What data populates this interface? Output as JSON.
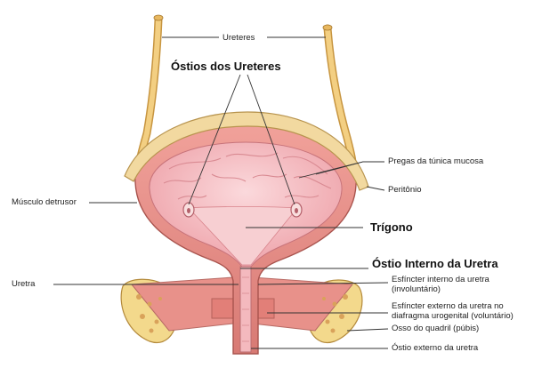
{
  "diagram": {
    "labels": {
      "ureteres": "Ureteres",
      "ostios_ureteres": "Óstios dos Ureteres",
      "pregas": "Pregas da túnica mucosa",
      "peritonio": "Peritônio",
      "musculo": "Músculo detrusor",
      "trigono": "Trígono",
      "ostio_interno": "Óstio Interno da Uretra",
      "uretra": "Uretra",
      "esf_int_1": "Esfíncter interno da uretra",
      "esf_int_2": "(involuntário)",
      "esf_ext_1": "Esfíncter externo da uretra no",
      "esf_ext_2": "diafragma urogenital (voluntário)",
      "osso": "Osso do quadril (púbis)",
      "ostio_externo": "Óstio externo da uretra"
    },
    "colors": {
      "ureter": "#f0c878",
      "muscle": "#e88f88",
      "mucosa": "#f4bcc0",
      "peritoneum": "#f2d9a0",
      "bone": "#f3d98c",
      "bone_marrow": "#d9a25a",
      "leader_line": "#333333"
    }
  }
}
